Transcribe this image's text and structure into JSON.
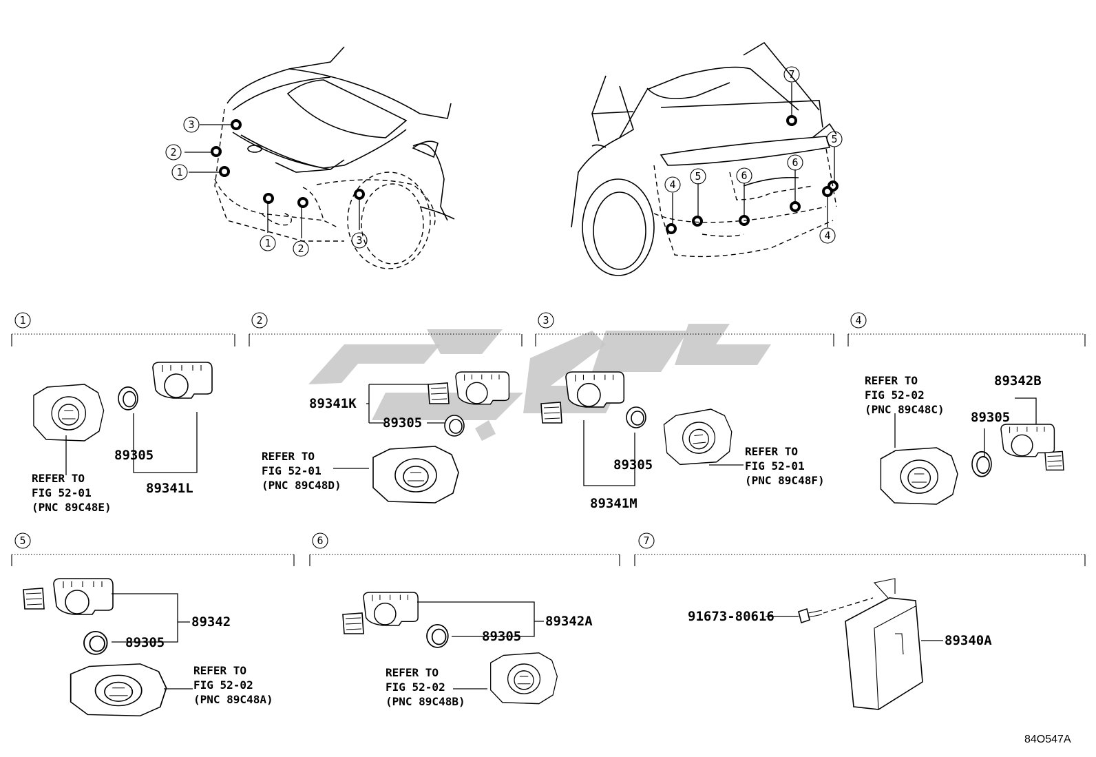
{
  "diagram": {
    "code": "84O547A",
    "sections": [
      {
        "num": "1"
      },
      {
        "num": "2"
      },
      {
        "num": "3"
      },
      {
        "num": "4"
      },
      {
        "num": "5"
      },
      {
        "num": "6"
      },
      {
        "num": "7"
      }
    ],
    "front_callouts": [
      "3",
      "2",
      "1",
      "1",
      "2",
      "3"
    ],
    "rear_callouts": [
      "7",
      "5",
      "4",
      "5",
      "6",
      "6",
      "4"
    ],
    "s1": {
      "seal": "89305",
      "assy": "89341L",
      "ref": [
        "REFER TO",
        "FIG 52-01",
        "(PNC 89C48E)"
      ]
    },
    "s2": {
      "assy": "89341K",
      "seal": "89305",
      "ref": [
        "REFER TO",
        "FIG 52-01",
        "(PNC 89C48D)"
      ]
    },
    "s3": {
      "seal": "89305",
      "assy": "89341M",
      "ref": [
        "REFER TO",
        "FIG 52-01",
        "(PNC 89C48F)"
      ]
    },
    "s4": {
      "assy": "89342B",
      "seal": "89305",
      "ref": [
        "REFER TO",
        "FIG 52-02",
        "(PNC 89C48C)"
      ]
    },
    "s5": {
      "assy": "89342",
      "seal": "89305",
      "ref": [
        "REFER TO",
        "FIG 52-02",
        "(PNC 89C48A)"
      ]
    },
    "s6": {
      "assy": "89342A",
      "seal": "89305",
      "ref": [
        "REFER TO",
        "FIG 52-02",
        "(PNC 89C48B)"
      ]
    },
    "s7": {
      "bolt": "91673-80616",
      "ecu": "89340A"
    }
  }
}
